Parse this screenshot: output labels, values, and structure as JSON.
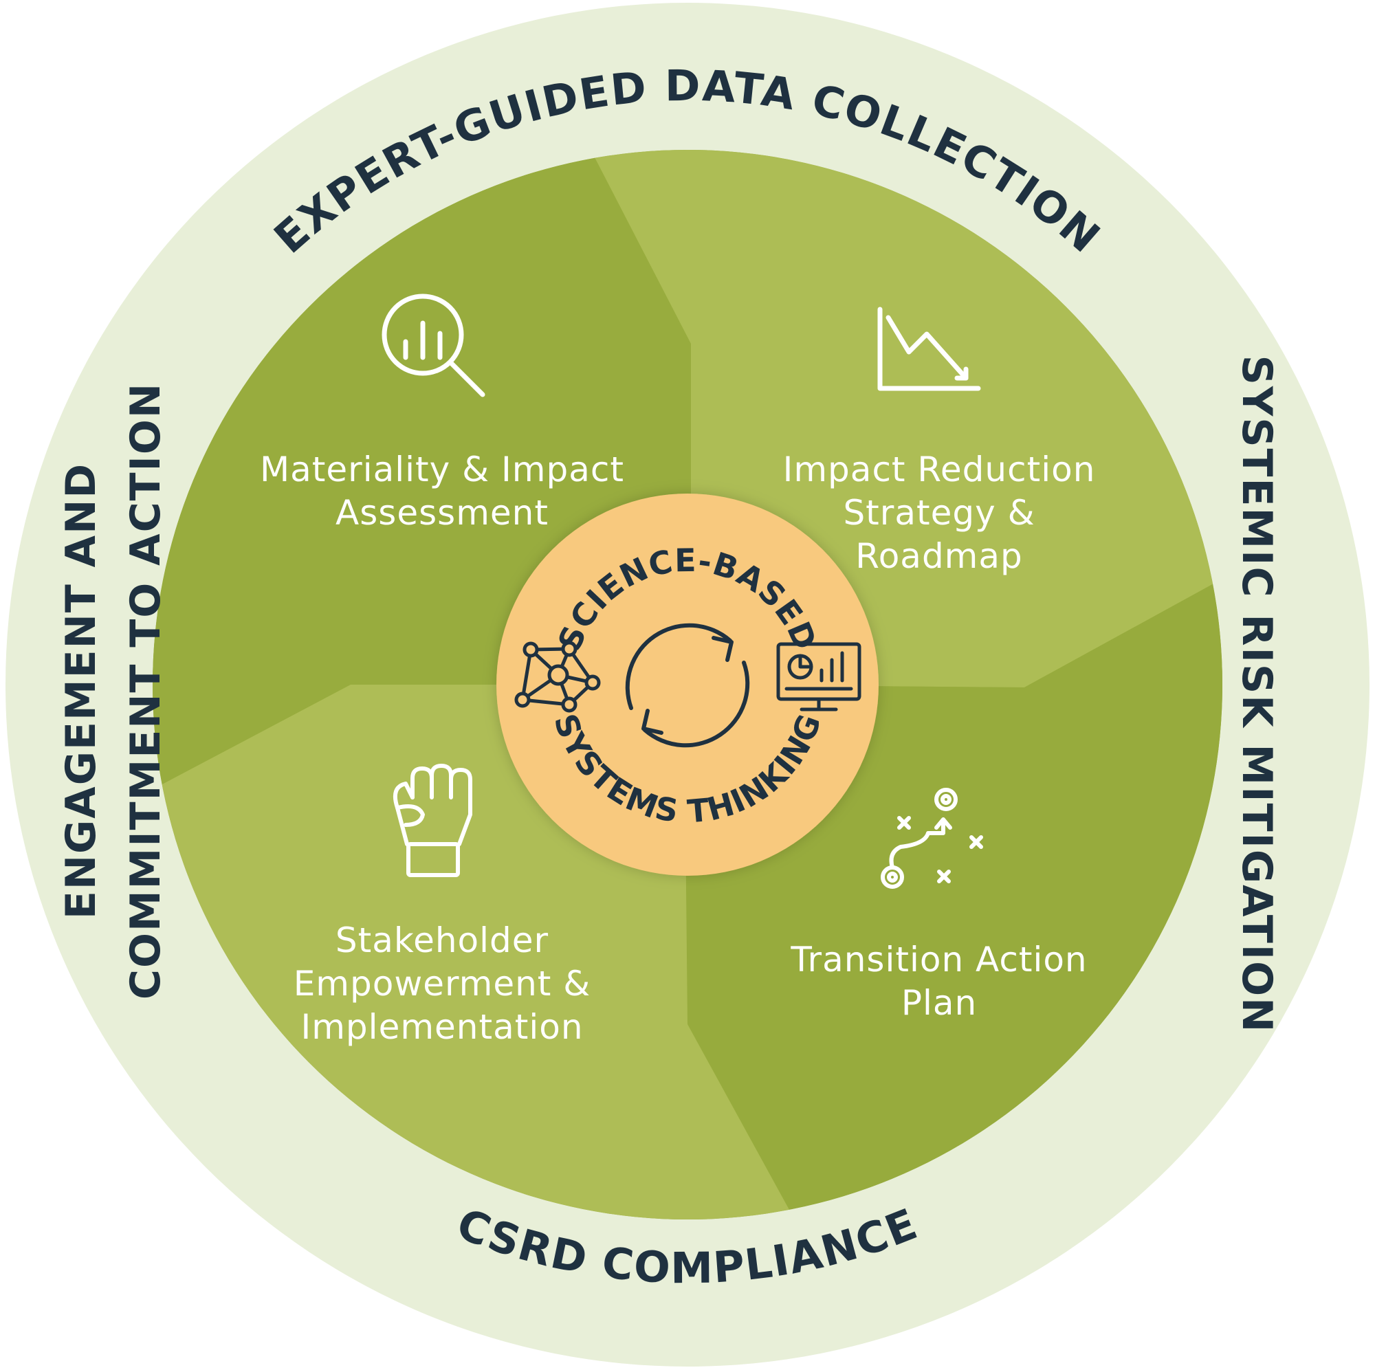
{
  "outer_ring": {
    "top": "EXPERT-GUIDED DATA COLLECTION",
    "right": "SYSTEMIC RISK MITIGATION",
    "bottom": "CSRD COMPLIANCE",
    "left_line1": "ENGAGEMENT AND",
    "left_line2": "COMMITMENT TO ACTION"
  },
  "segments": {
    "top_left": {
      "line1": "Materiality & Impact",
      "line2": "Assessment",
      "icon": "magnifier-chart-icon"
    },
    "top_right": {
      "line1": "Impact Reduction",
      "line2": "Strategy &",
      "line3": "Roadmap",
      "icon": "declining-chart-icon"
    },
    "bottom_left": {
      "line1": "Stakeholder",
      "line2": "Empowerment &",
      "line3": "Implementation",
      "icon": "raised-fist-icon"
    },
    "bottom_right": {
      "line1": "Transition Action",
      "line2": "Plan",
      "icon": "strategy-play-icon"
    }
  },
  "hub": {
    "top": "SCIENCE-BASED",
    "bottom": "SYSTEMS THINKING",
    "icons": [
      "network-icon",
      "cycle-arrows-icon",
      "dashboard-monitor-icon"
    ]
  },
  "colors": {
    "outer_ring": "#e8efd8",
    "dark_green": "#99ad3f",
    "light_green": "#adbd55",
    "hub": "#f8c97e",
    "text_dark": "#1f3140"
  }
}
